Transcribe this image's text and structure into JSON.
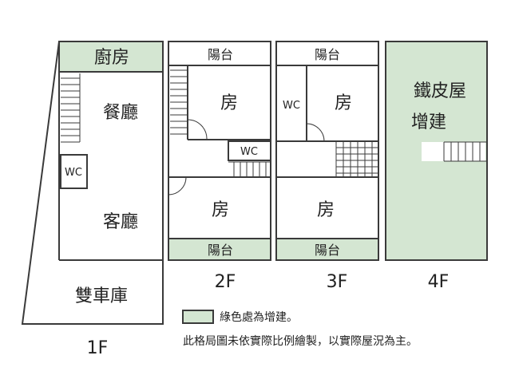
{
  "colors": {
    "addition": "#d4e6d2",
    "wall": "#3a3a3a",
    "background": "#ffffff"
  },
  "floor1": {
    "kitchen": "廚房",
    "dining": "餐廳",
    "wc": "WC",
    "living": "客廳",
    "garage": "雙車庫",
    "label": "1F"
  },
  "floor2": {
    "balcony_top": "陽台",
    "room_top": "房",
    "wc": "WC",
    "room_bottom": "房",
    "balcony_bottom": "陽台",
    "label": "2F"
  },
  "floor3": {
    "balcony_top": "陽台",
    "wc": "WC",
    "room_top": "房",
    "room_bottom": "房",
    "balcony_bottom": "陽台",
    "label": "3F"
  },
  "floor4": {
    "addition_line1": "鐵皮屋",
    "addition_line2": "增建",
    "label": "4F"
  },
  "legend": {
    "text": "綠色處為增建。"
  },
  "note": "此格局圖未依實際比例繪製，以實際屋況為主。"
}
